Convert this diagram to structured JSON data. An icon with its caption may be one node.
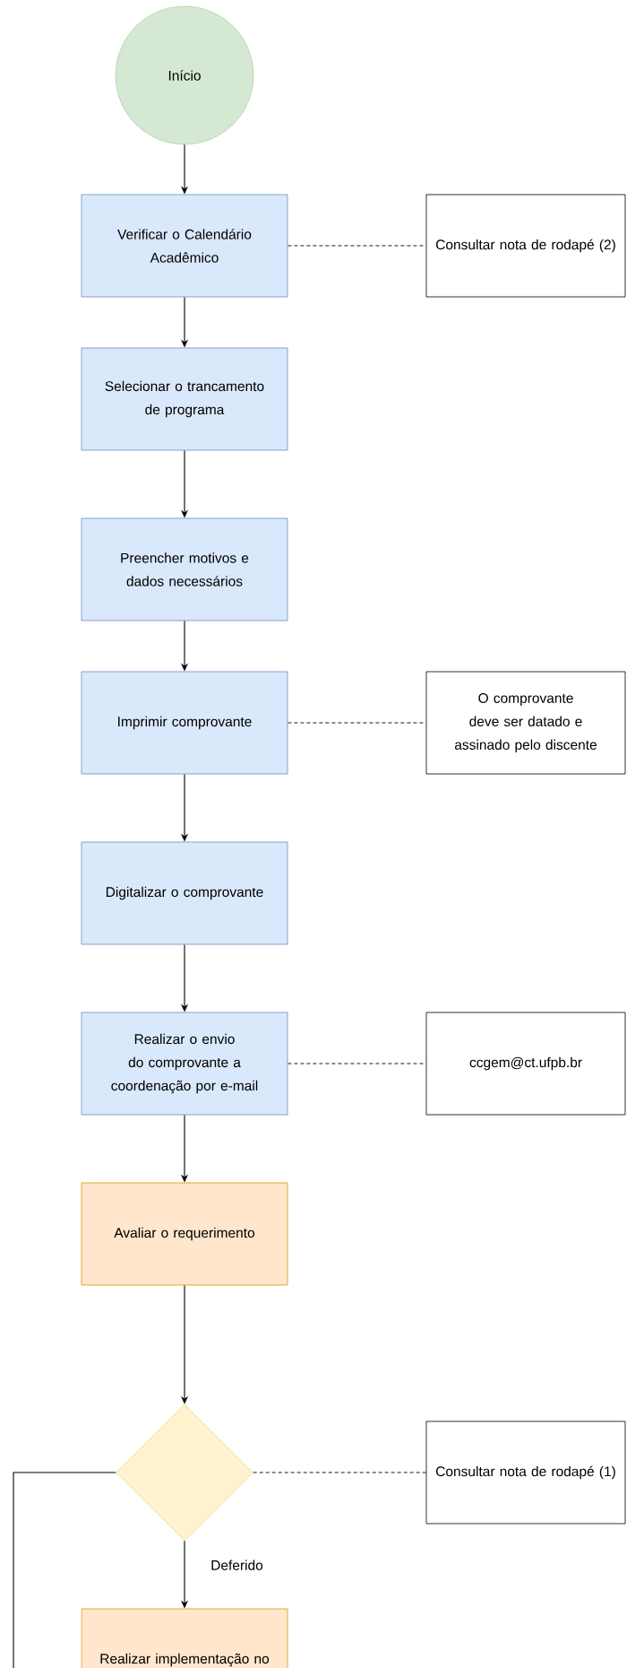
{
  "diagram": {
    "nodes": [
      {
        "text": [
          "Início"
        ]
      },
      {
        "text": [
          "Verificar o Calendário Acadêmico"
        ]
      },
      {
        "text": [
          "Consultar nota de rodapé (2)"
        ]
      },
      {
        "text": [
          "Selecionar o trancamento de programa"
        ]
      },
      {
        "text": [
          "Preencher motivos e dados necessários"
        ]
      },
      {
        "text": [
          "Imprimir comprovante"
        ]
      },
      {
        "text": [
          "O comprovante deve ser datado e assinado pelo discente"
        ]
      },
      {
        "text": [
          "Digitalizar o comprovante"
        ]
      },
      {
        "text": [
          "Realizar o envio do comprovante a coordenação por e-mail"
        ]
      },
      {
        "text": [
          "ccgem@ct.ufpb.br"
        ]
      },
      {
        "text": [
          "Avaliar o requerimento"
        ]
      },
      {
        "text": [],
        "shape": "diamond"
      },
      {
        "text": [
          "Consultar nota de rodapé (1)"
        ]
      },
      {
        "text": [
          "Realizar implementação no"
        ]
      }
    ],
    "edges": [
      {
        "from": 0,
        "to": 1,
        "arrow": "to"
      },
      {
        "from": 1,
        "to": 2,
        "arrow": "none",
        "style": "dashed"
      },
      {
        "from": 1,
        "to": 3,
        "arrow": "to"
      },
      {
        "from": 3,
        "to": 4,
        "arrow": "to"
      },
      {
        "from": 4,
        "to": 5,
        "arrow": "to"
      },
      {
        "from": 5,
        "to": 6,
        "arrow": "none",
        "style": "dashed"
      },
      {
        "from": 5,
        "to": 7,
        "arrow": "to"
      },
      {
        "from": 7,
        "to": 8,
        "arrow": "to"
      },
      {
        "from": 8,
        "to": 9,
        "arrow": "none",
        "style": "dashed"
      },
      {
        "from": 8,
        "to": 10,
        "arrow": "to"
      },
      {
        "from": 10,
        "to": 11,
        "arrow": "to"
      },
      {
        "from": 11,
        "to": 12,
        "arrow": "none",
        "style": "dashed"
      },
      {
        "from": 11,
        "to": 13,
        "arrow": "to",
        "label": "Deferido"
      },
      {
        "from": 11,
        "to": null,
        "arrow": "none"
      }
    ]
  }
}
